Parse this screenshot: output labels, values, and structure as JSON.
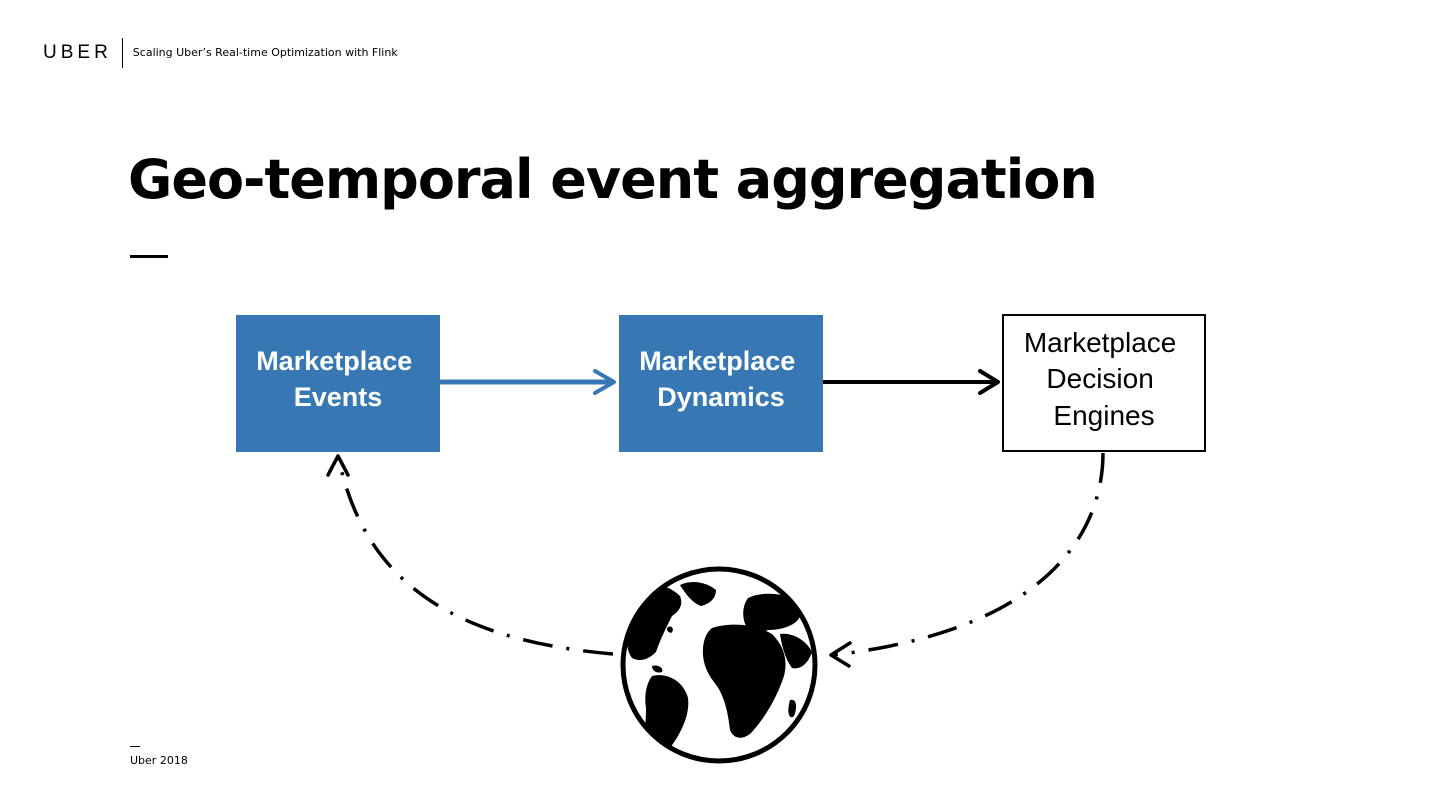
{
  "header": {
    "logo": "UBER",
    "subtitle": "Scaling Uber’s Real-time Optimization with Flink"
  },
  "slide": {
    "title": "Geo-temporal event aggregation"
  },
  "diagram": {
    "nodes": [
      {
        "id": "events",
        "lines": [
          "Marketplace",
          "Events"
        ],
        "fill": "#3778b4",
        "text_color": "#ffffff"
      },
      {
        "id": "dynamics",
        "lines": [
          "Marketplace",
          "Dynamics"
        ],
        "fill": "#3778b4",
        "text_color": "#ffffff"
      },
      {
        "id": "engines",
        "lines": [
          "Marketplace",
          "Decision",
          "Engines"
        ],
        "fill": "#ffffff",
        "text_color": "#000000"
      }
    ],
    "edges": [
      {
        "from": "events",
        "to": "dynamics",
        "style": "solid",
        "color": "#3778b4"
      },
      {
        "from": "dynamics",
        "to": "engines",
        "style": "solid",
        "color": "#000000"
      },
      {
        "from": "engines",
        "to": "world",
        "style": "dash-dot",
        "color": "#000000"
      },
      {
        "from": "world",
        "to": "events",
        "style": "dash-dot",
        "color": "#000000"
      }
    ],
    "world_icon": "globe-icon"
  },
  "footer": {
    "text": "Uber 2018"
  }
}
